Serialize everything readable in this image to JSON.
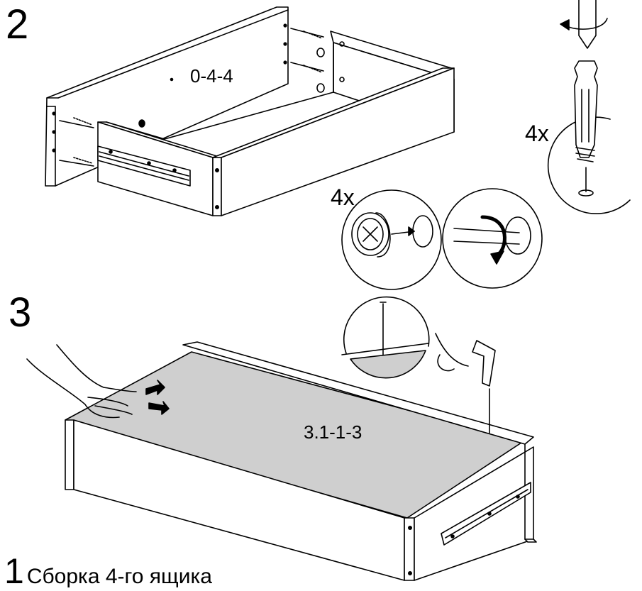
{
  "step_2": {
    "number": "2",
    "part_code": "0-4-4",
    "quantity": "4x",
    "cam_quantity": "4x"
  },
  "step_3": {
    "number": "3",
    "part_code": "3.1-1-3"
  },
  "footer": {
    "step_number": "1",
    "title": "Сборка 4-го ящика"
  },
  "icons": [
    "screwdriver-icon",
    "cam-dowel-icon",
    "cam-lock-icon",
    "rotate-arrow-icon",
    "nail-icon",
    "hammer-icon",
    "hand-icon",
    "push-arrow-icon"
  ],
  "colors": {
    "line": "#000000",
    "panel_fill": "#ffffff",
    "bottom_panel": "#cfcfcf"
  }
}
